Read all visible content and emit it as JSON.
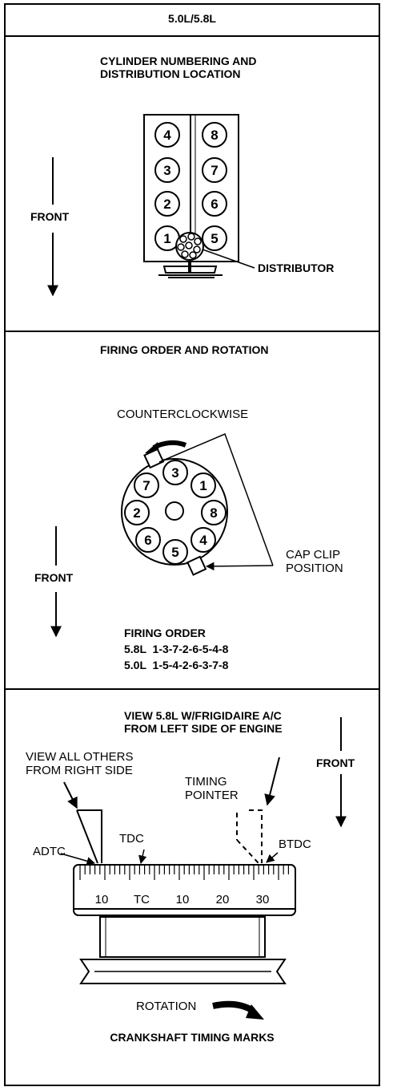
{
  "header": {
    "title": "5.0L/5.8L"
  },
  "section1": {
    "title": "CYLINDER NUMBERING AND\nDISTRIBUTION LOCATION",
    "front": "FRONT",
    "distributor": "DISTRIBUTOR",
    "left_bank": [
      "4",
      "3",
      "2",
      "1"
    ],
    "right_bank": [
      "8",
      "7",
      "6",
      "5"
    ]
  },
  "section2": {
    "title": "FIRING ORDER AND ROTATION",
    "rotation": "COUNTERCLOCKWISE",
    "cap_clip": "CAP CLIP\nPOSITION",
    "front": "FRONT",
    "cap_terminals": [
      "3",
      "1",
      "8",
      "4",
      "5",
      "6",
      "2",
      "7"
    ],
    "firing_order_heading": "FIRING ORDER",
    "firing_order_58": "5.8L  1-3-7-2-6-5-4-8",
    "firing_order_50": "5.0L  1-5-4-2-6-3-7-8"
  },
  "section3": {
    "view_58": "VIEW 5.8L W/FRIGIDAIRE A/C\nFROM LEFT SIDE OF ENGINE",
    "view_others": "VIEW ALL OTHERS\nFROM RIGHT SIDE",
    "front": "FRONT",
    "timing_pointer": "TIMING\nPOINTER",
    "adtc": "ADTC",
    "tdc": "TDC",
    "btdc": "BTDC",
    "scale_labels": [
      "10",
      "TC",
      "10",
      "20",
      "30"
    ],
    "rotation": "ROTATION",
    "caption": "CRANKSHAFT TIMING MARKS"
  }
}
